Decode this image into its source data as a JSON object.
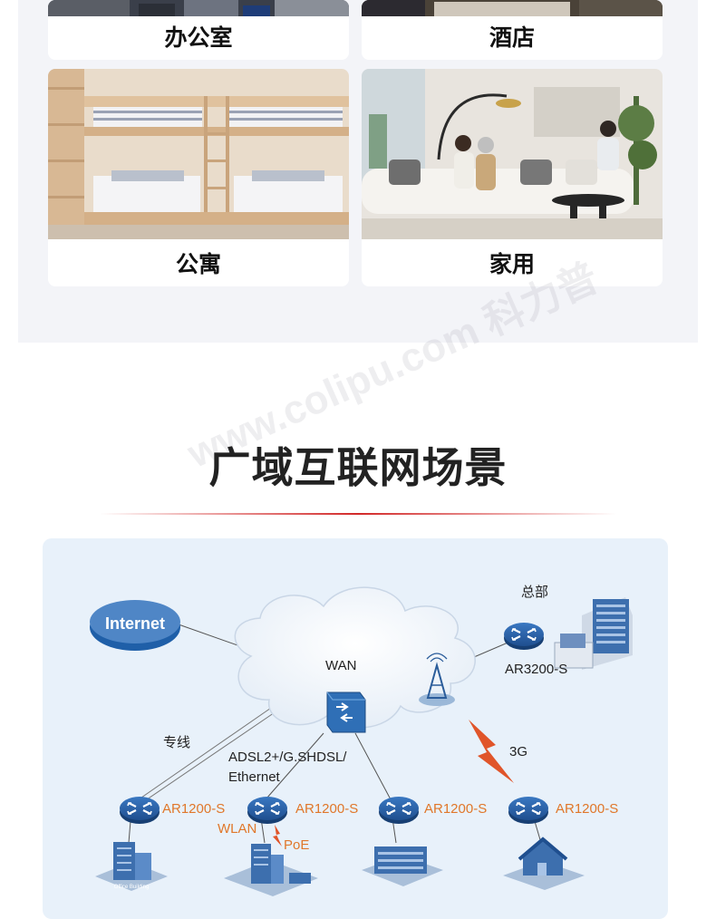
{
  "scenarios": {
    "office": "办公室",
    "hotel": "酒店",
    "apartment": "公寓",
    "home": "家用"
  },
  "wan_section": {
    "title": "广域互联网场景",
    "watermark": "www.colipu.com 科力普"
  },
  "diagram": {
    "internet": "Internet",
    "wan": "WAN",
    "headquarters": "总部",
    "hq_router": "AR3200-S",
    "leased_line": "专线",
    "access_types_line1": "ADSL2+/G.SHDSL/",
    "access_types_line2": "Ethernet",
    "wireless_3g": "3G",
    "branch_router_1": "AR1200-S",
    "branch_router_2": "AR1200-S",
    "branch_router_3": "AR1200-S",
    "branch_router_4": "AR1200-S",
    "wlan": "WLAN",
    "poe": "PoE",
    "office_building_sign": "Office Building"
  },
  "colors": {
    "router_blue": "#1f5fa8",
    "link_orange": "#e0772a",
    "panel_bg": "#e8f1fa"
  }
}
